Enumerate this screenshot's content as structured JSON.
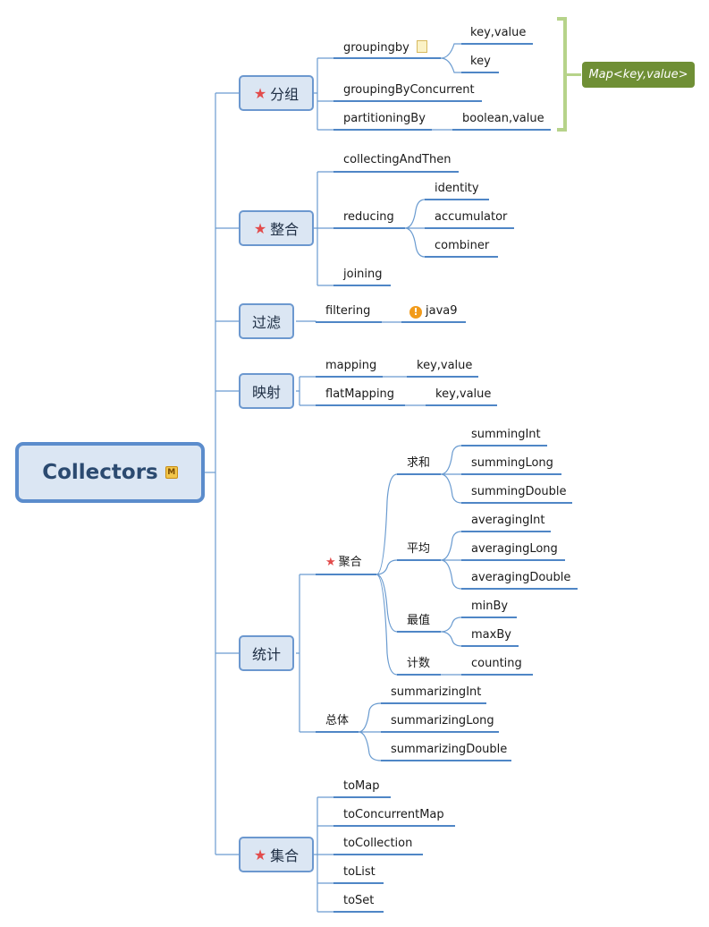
{
  "root": {
    "label": "Collectors",
    "marker": "M"
  },
  "topics": {
    "grouping": {
      "label": "分组",
      "children": {
        "groupingby": {
          "label": "groupingby",
          "children": [
            "key,value",
            "key"
          ]
        },
        "groupingByConcurrent": {
          "label": "groupingByConcurrent"
        },
        "partitioningBy": {
          "label": "partitioningBy",
          "children": [
            "boolean,value"
          ]
        }
      },
      "summary": "Map<key,value>"
    },
    "reducing_group": {
      "label": "整合",
      "children": {
        "collectingAndThen": "collectingAndThen",
        "reducing": {
          "label": "reducing",
          "children": [
            "identity",
            "accumulator",
            "combiner"
          ]
        },
        "joining": "joining"
      }
    },
    "filter": {
      "label": "过滤",
      "children": {
        "filtering": {
          "label": "filtering",
          "children": [
            "java9"
          ]
        }
      }
    },
    "map": {
      "label": "映射",
      "children": {
        "mapping": {
          "label": "mapping",
          "children": [
            "key,value"
          ]
        },
        "flatMapping": {
          "label": "flatMapping",
          "children": [
            "key,value"
          ]
        }
      }
    },
    "stats": {
      "label": "统计",
      "aggregate": {
        "label": "聚合",
        "sum": {
          "label": "求和",
          "children": [
            "summingInt",
            "summingLong",
            "summingDouble"
          ]
        },
        "avg": {
          "label": "平均",
          "children": [
            "averagingInt",
            "averagingLong",
            "averagingDouble"
          ]
        },
        "extreme": {
          "label": "最值",
          "children": [
            "minBy",
            "maxBy"
          ]
        },
        "count": {
          "label": "计数",
          "children": [
            "counting"
          ]
        }
      },
      "overall": {
        "label": "总体",
        "children": [
          "summarizingInt",
          "summarizingLong",
          "summarizingDouble"
        ]
      }
    },
    "collection": {
      "label": "集合",
      "children": [
        "toMap",
        "toConcurrentMap",
        "toCollection",
        "toList",
        "toSet"
      ]
    }
  },
  "colors": {
    "line": "#4f86c6",
    "star": "#e24b4b",
    "summary_bg": "#6f8f35",
    "bracket": "#b6d38a"
  },
  "icons": {
    "star": "star-icon",
    "note": "note-icon",
    "warning": "warning-icon",
    "marker": "marker-m-icon"
  }
}
